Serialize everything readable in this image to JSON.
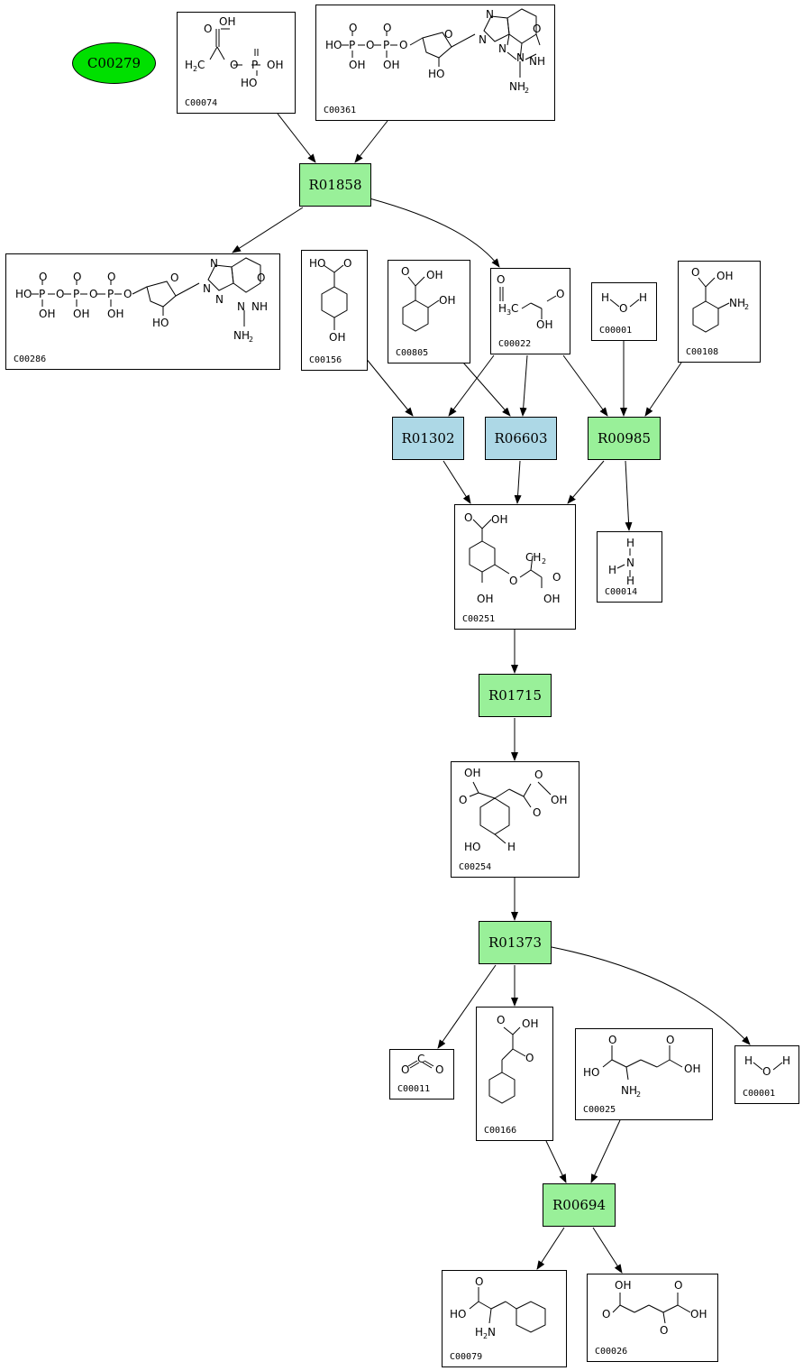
{
  "start_node": {
    "id": "C00279",
    "color": "#00e000"
  },
  "reactions": [
    {
      "key": "r01858",
      "id": "R01858",
      "color": "#99f099"
    },
    {
      "key": "r01302",
      "id": "R01302",
      "color": "#add8e6"
    },
    {
      "key": "r06603",
      "id": "R06603",
      "color": "#add8e6"
    },
    {
      "key": "r00985",
      "id": "R00985",
      "color": "#99f099"
    },
    {
      "key": "r01715",
      "id": "R01715",
      "color": "#99f099"
    },
    {
      "key": "r01373",
      "id": "R01373",
      "color": "#99f099"
    },
    {
      "key": "r00694",
      "id": "R00694",
      "color": "#99f099"
    }
  ],
  "compounds": [
    {
      "key": "c00074",
      "id": "C00074"
    },
    {
      "key": "c00361",
      "id": "C00361"
    },
    {
      "key": "c00286",
      "id": "C00286"
    },
    {
      "key": "c00156",
      "id": "C00156"
    },
    {
      "key": "c00805",
      "id": "C00805"
    },
    {
      "key": "c00022",
      "id": "C00022"
    },
    {
      "key": "c00001a",
      "id": "C00001"
    },
    {
      "key": "c00108",
      "id": "C00108"
    },
    {
      "key": "c00251",
      "id": "C00251"
    },
    {
      "key": "c00014",
      "id": "C00014"
    },
    {
      "key": "c00254",
      "id": "C00254"
    },
    {
      "key": "c00011",
      "id": "C00011"
    },
    {
      "key": "c00166",
      "id": "C00166"
    },
    {
      "key": "c00025",
      "id": "C00025"
    },
    {
      "key": "c00001b",
      "id": "C00001"
    },
    {
      "key": "c00079",
      "id": "C00079"
    },
    {
      "key": "c00026",
      "id": "C00026"
    }
  ],
  "edges": [
    {
      "from": "C00074",
      "to": "R01858"
    },
    {
      "from": "C00361",
      "to": "R01858"
    },
    {
      "from": "R01858",
      "to": "C00286"
    },
    {
      "from": "R01858",
      "to": "C00022"
    },
    {
      "from": "C00156",
      "to": "R01302"
    },
    {
      "from": "C00022",
      "to": "R01302"
    },
    {
      "from": "C00805",
      "to": "R06603"
    },
    {
      "from": "C00022",
      "to": "R06603"
    },
    {
      "from": "C00022",
      "to": "R00985"
    },
    {
      "from": "C00001",
      "to": "R00985"
    },
    {
      "from": "C00108",
      "to": "R00985"
    },
    {
      "from": "R01302",
      "to": "C00251"
    },
    {
      "from": "R06603",
      "to": "C00251"
    },
    {
      "from": "R00985",
      "to": "C00251"
    },
    {
      "from": "R00985",
      "to": "C00014"
    },
    {
      "from": "C00251",
      "to": "R01715"
    },
    {
      "from": "R01715",
      "to": "C00254"
    },
    {
      "from": "C00254",
      "to": "R01373"
    },
    {
      "from": "R01373",
      "to": "C00011"
    },
    {
      "from": "R01373",
      "to": "C00166"
    },
    {
      "from": "R01373",
      "to": "C00001"
    },
    {
      "from": "C00166",
      "to": "R00694"
    },
    {
      "from": "C00025",
      "to": "R00694"
    },
    {
      "from": "R00694",
      "to": "C00079"
    },
    {
      "from": "R00694",
      "to": "C00026"
    }
  ],
  "structure_labels": {
    "c00074": [
      "OH",
      "O",
      "H",
      "2",
      "C",
      "O",
      "P",
      "OH",
      "HO"
    ],
    "c00361": [
      "HO",
      "P",
      "O",
      "O",
      "OH",
      "P",
      "O",
      "O",
      "OH",
      "O",
      "N",
      "N",
      "O",
      "NH",
      "N",
      "N",
      "NH",
      "2",
      "HO"
    ],
    "c00286": [
      "HO",
      "P",
      "O",
      "O",
      "OH",
      "P",
      "O",
      "O",
      "OH",
      "P",
      "O",
      "O",
      "OH",
      "O",
      "N",
      "N",
      "O",
      "NH",
      "N",
      "N",
      "NH",
      "2",
      "HO"
    ],
    "c00156": [
      "HO",
      "O",
      "OH"
    ],
    "c00805": [
      "O",
      "OH",
      "OH"
    ],
    "c00022": [
      "O",
      "H",
      "3",
      "C",
      "O",
      "OH"
    ],
    "c00001": [
      "H",
      "O",
      "H"
    ],
    "c00108": [
      "O",
      "OH",
      "NH",
      "2"
    ],
    "c00251": [
      "O",
      "OH",
      "CH",
      "2",
      "O",
      "O",
      "OH",
      "OH"
    ],
    "c00014": [
      "H",
      "H",
      "N",
      "H"
    ],
    "c00254": [
      "OH",
      "O",
      "O",
      "O",
      "OH",
      "HO",
      "H"
    ],
    "c00011": [
      "O",
      "C",
      "O"
    ],
    "c00166": [
      "O",
      "OH",
      "O"
    ],
    "c00025": [
      "O",
      "O",
      "HO",
      "OH",
      "NH",
      "2"
    ],
    "c00079": [
      "O",
      "HO",
      "H",
      "2",
      "N"
    ],
    "c00026": [
      "OH",
      "O",
      "O",
      "O",
      "OH",
      "O"
    ]
  }
}
